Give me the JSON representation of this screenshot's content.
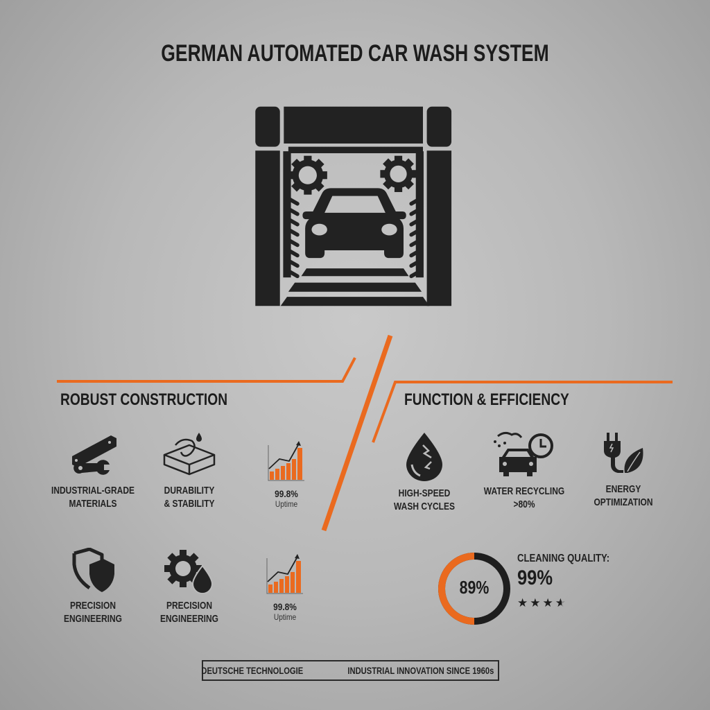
{
  "title": "GERMAN AUTOMATED CAR WASH SYSTEM",
  "hero": {
    "icon": "car-wash-tunnel-icon"
  },
  "colors": {
    "accent": "#ea6a1f",
    "ink": "#1e1e1e",
    "background": "#bdbdbd"
  },
  "sections": {
    "left": {
      "title": "ROBUST CONSTRUCTION",
      "features": [
        {
          "icon": "steel-beam-wrench-icon",
          "line1": "INDUSTRIAL-GRADE",
          "line2": "MATERIALS"
        },
        {
          "icon": "durable-block-icon",
          "line1": "DURABILITY",
          "line2": "& STABILITY"
        },
        {
          "icon": "bar-chart-growth-icon",
          "value": "99.8%",
          "sub": "Uptime"
        },
        {
          "icon": "double-shield-icon",
          "line1": "PRECISION",
          "line2": "ENGINEERING"
        },
        {
          "icon": "gear-droplet-icon",
          "line1": "PRECISION",
          "line2": "ENGINEERING"
        },
        {
          "icon": "bar-chart-growth-icon",
          "value": "99.8%",
          "sub": "Uptime"
        }
      ]
    },
    "right": {
      "title": "FUNCTION & EFFICIENCY",
      "features": [
        {
          "icon": "recycle-droplet-icon",
          "line1": "HIGH-SPEED",
          "line2": "WASH CYCLES"
        },
        {
          "icon": "car-clock-spray-icon",
          "line1": "WATER RECYCLING",
          "line2": ">80%"
        },
        {
          "icon": "plug-leaf-icon",
          "line1": "ENERGY",
          "line2": "OPTIMIZATION"
        }
      ],
      "donut": {
        "value": "89%",
        "percent": 89
      },
      "quality": {
        "label": "CLEANING QUALITY:",
        "value": "99%",
        "stars": "3.5 of 4"
      }
    }
  },
  "footer": {
    "left": "DEUTSCHE TECHNOLOGIE",
    "flag": "germany-flag-icon",
    "right": "INDUSTRIAL INNOVATION SINCE 1960s"
  }
}
